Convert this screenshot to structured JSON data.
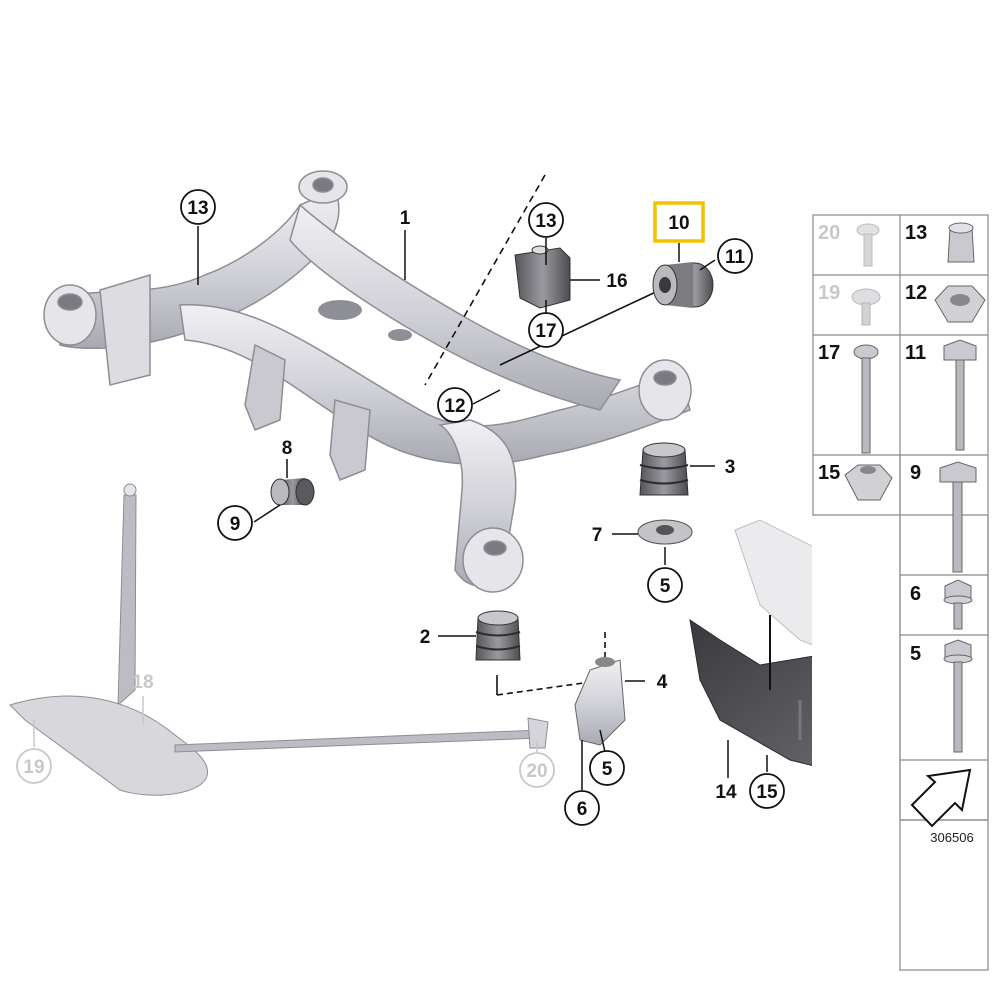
{
  "diagram": {
    "callouts": [
      {
        "id": "c1",
        "number": "1",
        "circled": false,
        "faded": false
      },
      {
        "id": "c13a",
        "number": "13",
        "circled": true,
        "faded": false
      },
      {
        "id": "c13b",
        "number": "13",
        "circled": true,
        "faded": false
      },
      {
        "id": "c16",
        "number": "16",
        "circled": false,
        "faded": false
      },
      {
        "id": "c17",
        "number": "17",
        "circled": true,
        "faded": false
      },
      {
        "id": "c10",
        "number": "10",
        "circled": false,
        "faded": false,
        "highlighted": true
      },
      {
        "id": "c11",
        "number": "11",
        "circled": true,
        "faded": false
      },
      {
        "id": "c12",
        "number": "12",
        "circled": true,
        "faded": false
      },
      {
        "id": "c8",
        "number": "8",
        "circled": false,
        "faded": false
      },
      {
        "id": "c9",
        "number": "9",
        "circled": true,
        "faded": false
      },
      {
        "id": "c3",
        "number": "3",
        "circled": false,
        "faded": false
      },
      {
        "id": "c7",
        "number": "7",
        "circled": false,
        "faded": false
      },
      {
        "id": "c5a",
        "number": "5",
        "circled": true,
        "faded": false
      },
      {
        "id": "c2",
        "number": "2",
        "circled": false,
        "faded": false
      },
      {
        "id": "c4",
        "number": "4",
        "circled": false,
        "faded": false
      },
      {
        "id": "c5b",
        "number": "5",
        "circled": true,
        "faded": false
      },
      {
        "id": "c6",
        "number": "6",
        "circled": true,
        "faded": false
      },
      {
        "id": "c14",
        "number": "14",
        "circled": false,
        "faded": false
      },
      {
        "id": "c15",
        "number": "15",
        "circled": true,
        "faded": false
      },
      {
        "id": "c18",
        "number": "18",
        "circled": false,
        "faded": true
      },
      {
        "id": "c19",
        "number": "19",
        "circled": true,
        "faded": true
      },
      {
        "id": "c20",
        "number": "20",
        "circled": true,
        "faded": true
      }
    ],
    "parts_grid": [
      {
        "number": "20",
        "faded": true
      },
      {
        "number": "13",
        "faded": false
      },
      {
        "number": "19",
        "faded": true
      },
      {
        "number": "12",
        "faded": false
      },
      {
        "number": "17",
        "faded": false
      },
      {
        "number": "11",
        "faded": false
      },
      {
        "number": "15",
        "faded": false
      },
      {
        "number": "9",
        "faded": false
      },
      {
        "number": "6",
        "faded": false
      },
      {
        "number": "5",
        "faded": false
      }
    ],
    "reference_number": "306506",
    "colors": {
      "highlight": "#f2c200",
      "part": "#d4d4da",
      "part_dark": "#6a6a6a",
      "faded": "#c8c8c8"
    }
  }
}
